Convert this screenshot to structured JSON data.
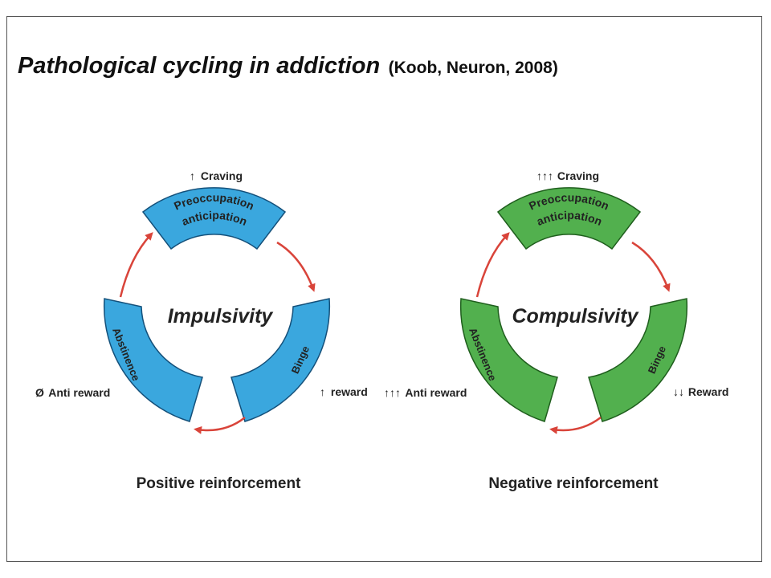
{
  "slide": {
    "title": "Pathological cycling in addiction",
    "citation": "(Koob, Neuron, 2008)"
  },
  "cycles": [
    {
      "center": "Impulsivity",
      "top_segment_line1": "Preoccupation",
      "top_segment_line2": "anticipation",
      "left_segment": "Abstinence",
      "right_segment": "Binge",
      "top_label_arrows": "↑",
      "top_label": "Craving",
      "left_label_symbol": "Ø",
      "left_label": "Anti reward",
      "right_label_arrows": "↑",
      "right_label": "reward",
      "caption": "Positive reinforcement",
      "color_light": "#7fd0f2",
      "color_dark": "#1f8fcf",
      "color_edge": "#14507a"
    },
    {
      "center": "Compulsivity",
      "top_segment_line1": "Preoccupation",
      "top_segment_line2": "anticipation",
      "left_segment": "Abstinence",
      "right_segment": "Binge",
      "top_label_arrows": "↑↑↑",
      "top_label": "Craving",
      "left_label_symbol": "↑↑↑",
      "left_label": "Anti reward",
      "right_label_arrows": "↓↓",
      "right_label": "Reward",
      "caption": "Negative reinforcement",
      "color_light": "#8ed88a",
      "color_dark": "#3fa63c",
      "color_edge": "#1f5e1d"
    }
  ],
  "arrow_color": "#d9443a"
}
